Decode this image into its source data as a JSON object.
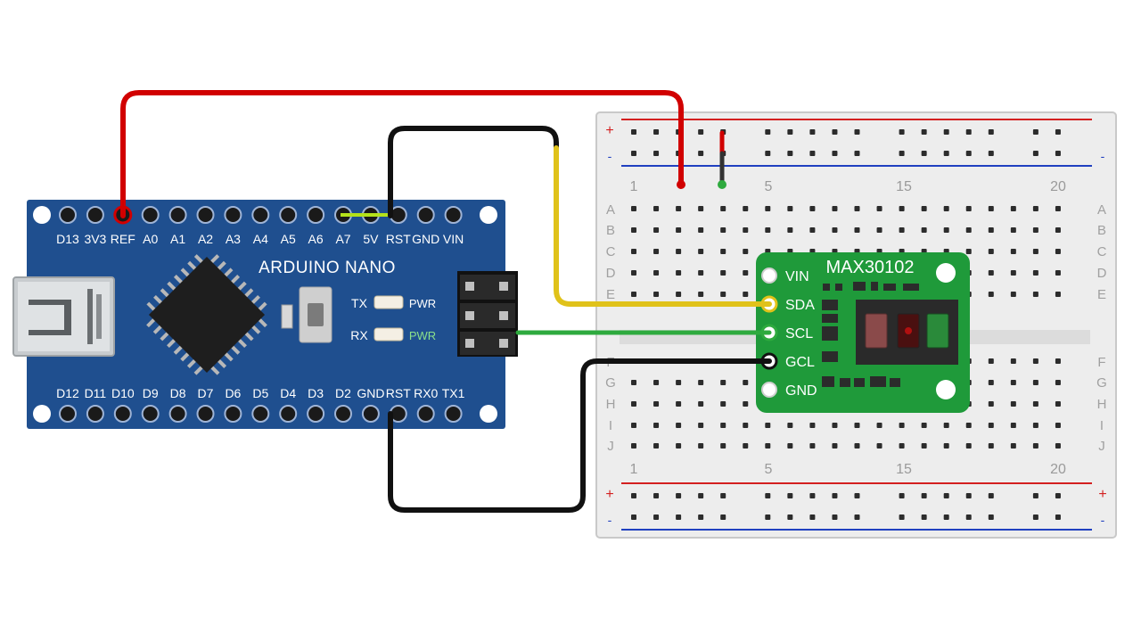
{
  "arduino": {
    "title": "ARDUINO NANO",
    "top_pins": [
      "D13",
      "3V3",
      "REF",
      "A0",
      "A1",
      "A2",
      "A3",
      "A4",
      "A5",
      "A6",
      "A7",
      "5V",
      "RST",
      "GND",
      "VIN"
    ],
    "bottom_pins": [
      "D12",
      "D11",
      "D10",
      "D9",
      "D8",
      "D7",
      "D6",
      "D5",
      "D4",
      "D3",
      "D2",
      "GND",
      "RST",
      "RX0",
      "TX1"
    ],
    "led_tx": "TX",
    "led_rx": "RX",
    "led_pwr_top": "PWR",
    "led_pwr_bottom": "PWR",
    "board_color": "#1f4f8f"
  },
  "breadboard": {
    "plus": "+",
    "minus": "-",
    "row_letters_top": [
      "A",
      "B",
      "C",
      "D",
      "E"
    ],
    "row_letters_bottom": [
      "F",
      "G",
      "H",
      "I",
      "J"
    ],
    "column_numbers": [
      "1",
      "5",
      "15",
      "20"
    ]
  },
  "sensor": {
    "title": "MAX30102",
    "pins": [
      "VIN",
      "SDA",
      "SCL",
      "GCL",
      "GND"
    ],
    "board_color": "#1f9a3a"
  },
  "wires": {
    "power": "#d10000",
    "ground": "#111111",
    "sda": "#e0c21a",
    "scl": "#2eaa3e"
  }
}
